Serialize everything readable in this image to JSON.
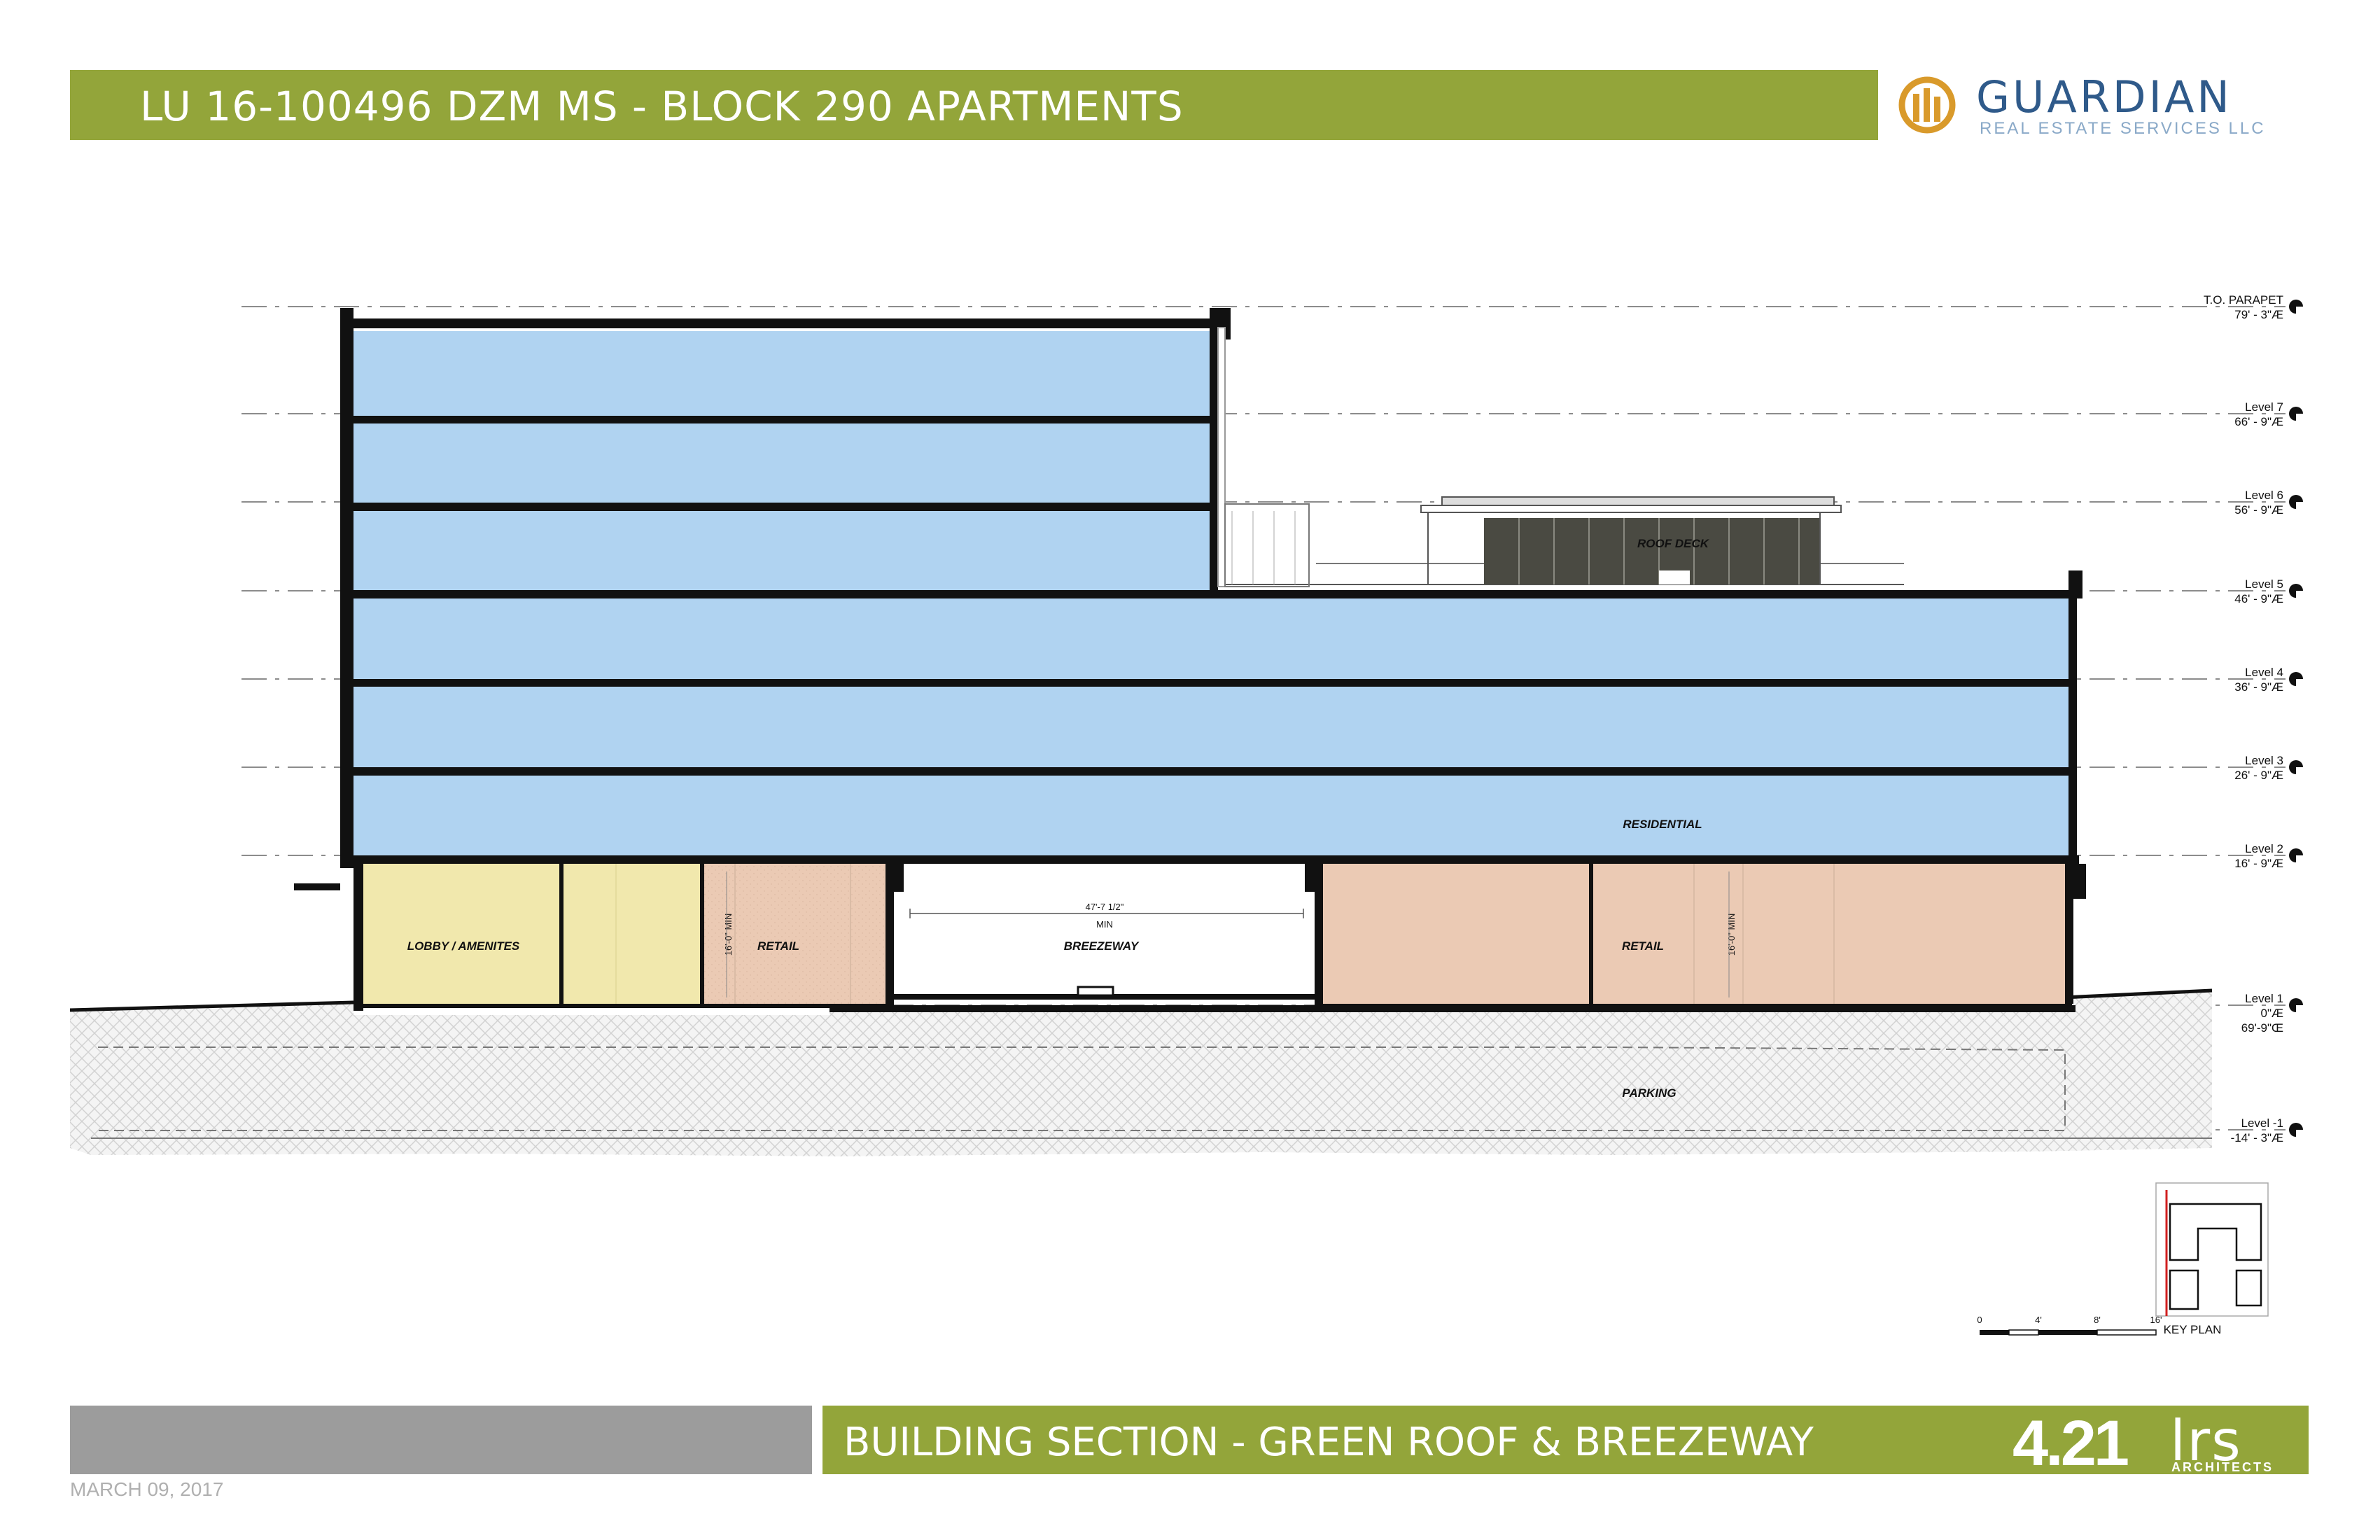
{
  "header": {
    "title": "LU 16-100496 DZM MS  - BLOCK 290 APARTMENTS",
    "logo_word": "GUARDIAN",
    "logo_sub": "REAL ESTATE SERVICES LLC"
  },
  "levels": [
    {
      "name": "T.O. PARAPET",
      "elevation": "79' - 3\"Æ"
    },
    {
      "name": "Level 7",
      "elevation": "66' - 9\"Æ"
    },
    {
      "name": "Level 6",
      "elevation": "56' - 9\"Æ"
    },
    {
      "name": "Level 5",
      "elevation": "46' - 9\"Æ"
    },
    {
      "name": "Level 4",
      "elevation": "36' - 9\"Æ"
    },
    {
      "name": "Level 3",
      "elevation": "26' - 9\"Æ"
    },
    {
      "name": "Level 2",
      "elevation": "16' - 9\"Æ"
    },
    {
      "name": "Level 1",
      "elevation": "0\"Æ",
      "elevation2": "69'-9\"Œ"
    },
    {
      "name": "Level -1",
      "elevation": "-14' - 3\"Æ"
    }
  ],
  "rooms": {
    "roof_deck": "ROOF DECK",
    "residential": "RESIDENTIAL",
    "lobby": "LOBBY / AMENITES",
    "retail_1": "RETAIL",
    "breezeway": "BREEZEWAY",
    "retail_2": "RETAIL",
    "parking": "PARKING"
  },
  "dimensions": {
    "breezeway_width": "47'-7 1/2\"",
    "breezeway_min": "MIN",
    "retail_height_1": "16'-0\" MIN",
    "retail_height_2": "16'-0\" MIN"
  },
  "scale_bar": {
    "ticks": [
      "0",
      "4'",
      "8'",
      "16'"
    ]
  },
  "key_plan_label": "KEY PLAN",
  "footer": {
    "title": "BUILDING SECTION - GREEN ROOF & BREEZEWAY",
    "sheet_number": "4.21",
    "firm_mark": "lrs",
    "firm_sub": "ARCHITECTS",
    "date": "MARCH 09, 2017"
  },
  "colors": {
    "green_band": "#93a53a",
    "gray_band": "#9c9c9c",
    "residential_blue": "#b0d3f1",
    "lobby_yellow": "#f1e8ad",
    "retail_salmon": "#ebcab4",
    "logo_blue": "#2f5a8a",
    "logo_gold": "#d99a2b"
  }
}
